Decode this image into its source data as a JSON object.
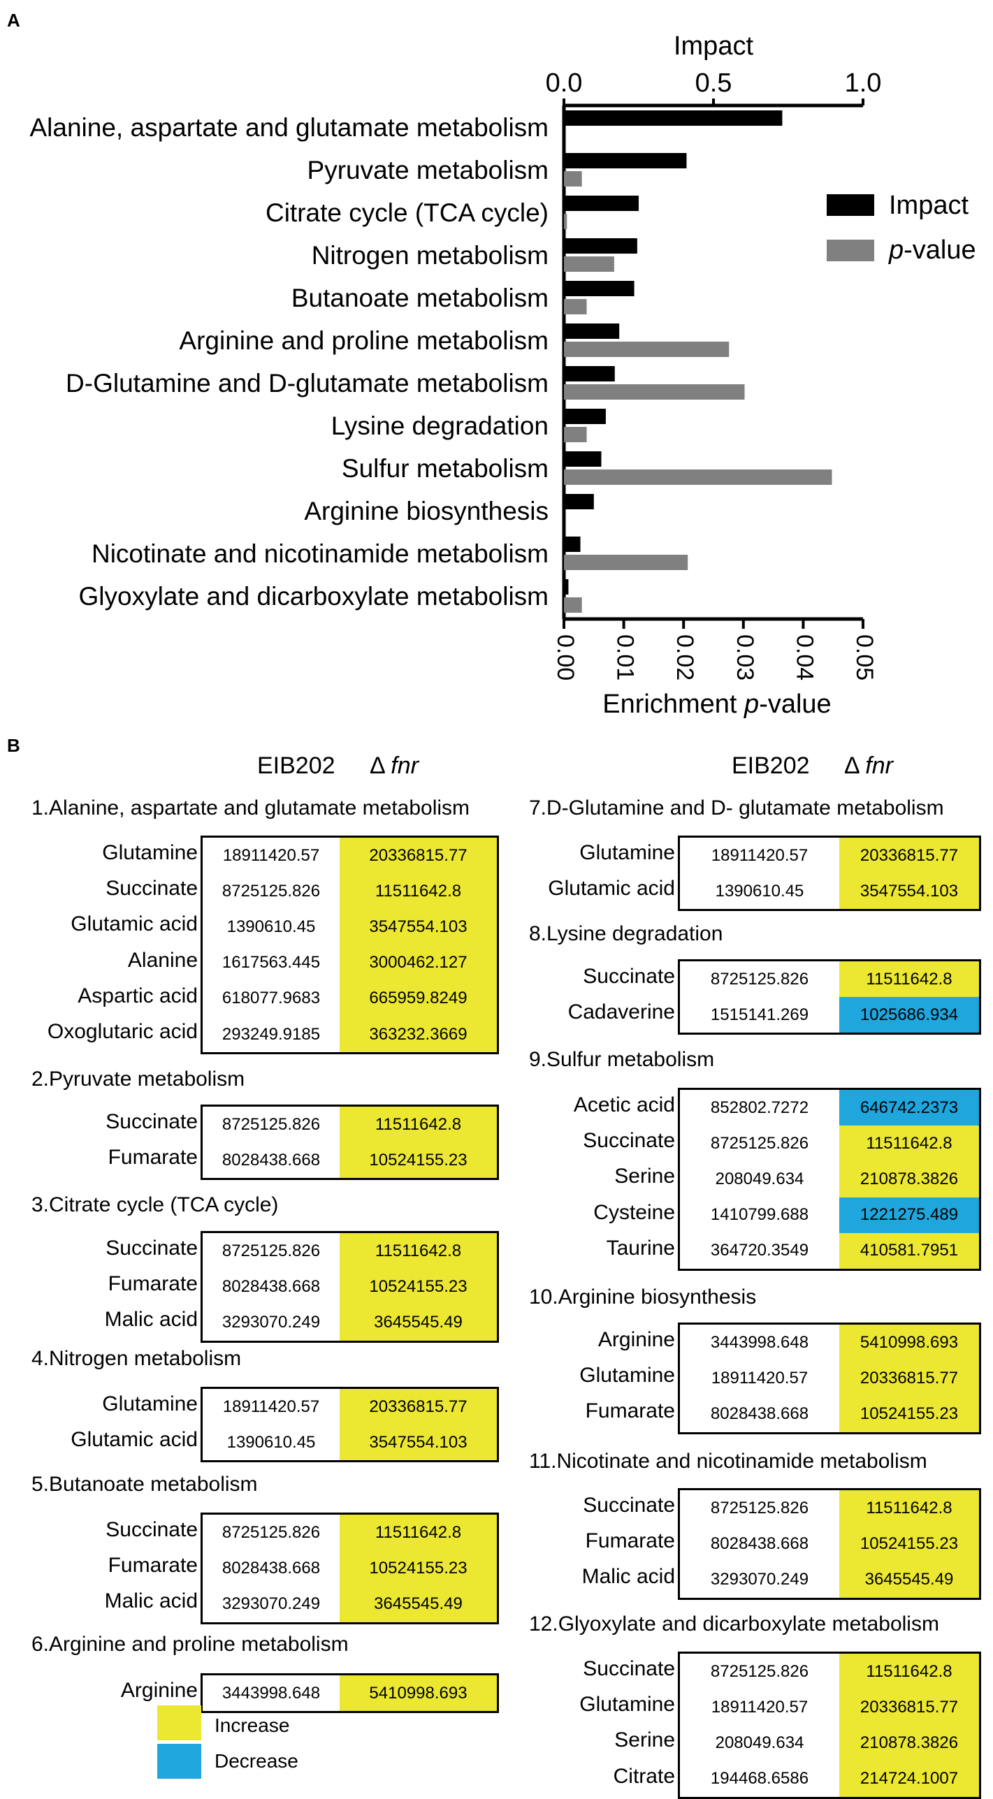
{
  "panel_a": {
    "letter": "A",
    "top_axis_title": "Impact",
    "bottom_axis_title_prefix": "Enrichment ",
    "bottom_axis_title_italic": "p",
    "bottom_axis_title_suffix": "-value",
    "legend": {
      "impact_label": "Impact",
      "pvalue_italic": "p",
      "pvalue_suffix": "-value"
    }
  },
  "chart_data": {
    "type": "bar",
    "orientation": "horizontal",
    "categories": [
      "Alanine, aspartate and glutamate metabolism",
      "Pyruvate metabolism",
      "Citrate cycle (TCA cycle)",
      "Nitrogen metabolism",
      "Butanoate metabolism",
      "Arginine and proline metabolism",
      "D-Glutamine and D-glutamate metabolism",
      "Lysine degradation",
      "Sulfur metabolism",
      "Arginine biosynthesis",
      "Nicotinate and nicotinamide metabolism",
      "Glyoxylate and dicarboxylate metabolism"
    ],
    "series": [
      {
        "name": "Impact",
        "color": "#000000",
        "axis": "top",
        "values": [
          0.73,
          0.41,
          0.25,
          0.245,
          0.235,
          0.185,
          0.17,
          0.14,
          0.125,
          0.1,
          0.055,
          0.015
        ]
      },
      {
        "name": "p-value",
        "color": "#808080",
        "axis": "bottom",
        "values": [
          0.0,
          0.003,
          0.0005,
          0.0084,
          0.0038,
          0.0276,
          0.0302,
          0.0038,
          0.0448,
          0.0,
          0.0207,
          0.003
        ]
      }
    ],
    "top_axis": {
      "range": [
        0,
        1.0
      ],
      "ticks": [
        0.0,
        0.5,
        1.0
      ],
      "tick_labels": [
        "0.0",
        "0.5",
        "1.0"
      ]
    },
    "bottom_axis": {
      "range": [
        0,
        0.05
      ],
      "ticks": [
        0.0,
        0.01,
        0.02,
        0.03,
        0.04,
        0.05
      ],
      "tick_labels": [
        "0.00",
        "0.01",
        "0.02",
        "0.03",
        "0.04",
        "0.05"
      ]
    },
    "grid": false,
    "legend_position": "right"
  },
  "panel_b": {
    "letter": "B",
    "col_eib": "EIB202",
    "col_fnr_delta": "Δ",
    "col_fnr_italic": "fnr",
    "legend": {
      "increase": "Increase",
      "decrease": "Decrease"
    },
    "colors": {
      "increase": "#ece832",
      "decrease": "#1fa6dd"
    },
    "sections": [
      {
        "title": "1.Alanine, aspartate and glutamate metabolism",
        "rows": [
          {
            "name": "Glutamine",
            "eib": "18911420.57",
            "fnr": "20336815.77",
            "dir": "up"
          },
          {
            "name": "Succinate",
            "eib": "8725125.826",
            "fnr": "11511642.8",
            "dir": "up"
          },
          {
            "name": "Glutamic acid",
            "eib": "1390610.45",
            "fnr": "3547554.103",
            "dir": "up"
          },
          {
            "name": "Alanine",
            "eib": "1617563.445",
            "fnr": "3000462.127",
            "dir": "up"
          },
          {
            "name": "Aspartic acid",
            "eib": "618077.9683",
            "fnr": "665959.8249",
            "dir": "up"
          },
          {
            "name": "Oxoglutaric acid",
            "eib": "293249.9185",
            "fnr": "363232.3669",
            "dir": "up"
          }
        ]
      },
      {
        "title": "2.Pyruvate metabolism",
        "rows": [
          {
            "name": "Succinate",
            "eib": "8725125.826",
            "fnr": "11511642.8",
            "dir": "up"
          },
          {
            "name": "Fumarate",
            "eib": "8028438.668",
            "fnr": "10524155.23",
            "dir": "up"
          }
        ]
      },
      {
        "title": "3.Citrate cycle (TCA cycle)",
        "rows": [
          {
            "name": "Succinate",
            "eib": "8725125.826",
            "fnr": "11511642.8",
            "dir": "up"
          },
          {
            "name": "Fumarate",
            "eib": "8028438.668",
            "fnr": "10524155.23",
            "dir": "up"
          },
          {
            "name": "Malic acid",
            "eib": "3293070.249",
            "fnr": "3645545.49",
            "dir": "up"
          }
        ]
      },
      {
        "title": "4.Nitrogen metabolism",
        "rows": [
          {
            "name": "Glutamine",
            "eib": "18911420.57",
            "fnr": "20336815.77",
            "dir": "up"
          },
          {
            "name": "Glutamic acid",
            "eib": "1390610.45",
            "fnr": "3547554.103",
            "dir": "up"
          }
        ]
      },
      {
        "title": "5.Butanoate metabolism",
        "rows": [
          {
            "name": "Succinate",
            "eib": "8725125.826",
            "fnr": "11511642.8",
            "dir": "up"
          },
          {
            "name": "Fumarate",
            "eib": "8028438.668",
            "fnr": "10524155.23",
            "dir": "up"
          },
          {
            "name": "Malic acid",
            "eib": "3293070.249",
            "fnr": "3645545.49",
            "dir": "up"
          }
        ]
      },
      {
        "title": "6.Arginine and proline metabolism",
        "rows": [
          {
            "name": "Arginine",
            "eib": "3443998.648",
            "fnr": "5410998.693",
            "dir": "up"
          }
        ]
      },
      {
        "title": "7.D-Glutamine and D- glutamate metabolism",
        "rows": [
          {
            "name": "Glutamine",
            "eib": "18911420.57",
            "fnr": "20336815.77",
            "dir": "up"
          },
          {
            "name": "Glutamic acid",
            "eib": "1390610.45",
            "fnr": "3547554.103",
            "dir": "up"
          }
        ]
      },
      {
        "title": "8.Lysine degradation",
        "rows": [
          {
            "name": "Succinate",
            "eib": "8725125.826",
            "fnr": "11511642.8",
            "dir": "up"
          },
          {
            "name": "Cadaverine",
            "eib": "1515141.269",
            "fnr": "1025686.934",
            "dir": "down"
          }
        ]
      },
      {
        "title": "9.Sulfur metabolism",
        "rows": [
          {
            "name": "Acetic acid",
            "eib": "852802.7272",
            "fnr": "646742.2373",
            "dir": "down"
          },
          {
            "name": "Succinate",
            "eib": "8725125.826",
            "fnr": "11511642.8",
            "dir": "up"
          },
          {
            "name": "Serine",
            "eib": "208049.634",
            "fnr": "210878.3826",
            "dir": "up"
          },
          {
            "name": "Cysteine",
            "eib": "1410799.688",
            "fnr": "1221275.489",
            "dir": "down"
          },
          {
            "name": "Taurine",
            "eib": "364720.3549",
            "fnr": "410581.7951",
            "dir": "up"
          }
        ]
      },
      {
        "title": "10.Arginine biosynthesis",
        "rows": [
          {
            "name": "Arginine",
            "eib": "3443998.648",
            "fnr": "5410998.693",
            "dir": "up"
          },
          {
            "name": "Glutamine",
            "eib": "18911420.57",
            "fnr": "20336815.77",
            "dir": "up"
          },
          {
            "name": "Fumarate",
            "eib": "8028438.668",
            "fnr": "10524155.23",
            "dir": "up"
          }
        ]
      },
      {
        "title": "11.Nicotinate and nicotinamide metabolism",
        "rows": [
          {
            "name": "Succinate",
            "eib": "8725125.826",
            "fnr": "11511642.8",
            "dir": "up"
          },
          {
            "name": "Fumarate",
            "eib": "8028438.668",
            "fnr": "10524155.23",
            "dir": "up"
          },
          {
            "name": "Malic acid",
            "eib": "3293070.249",
            "fnr": "3645545.49",
            "dir": "up"
          }
        ]
      },
      {
        "title": "12.Glyoxylate and dicarboxylate metabolism",
        "rows": [
          {
            "name": "Succinate",
            "eib": "8725125.826",
            "fnr": "11511642.8",
            "dir": "up"
          },
          {
            "name": "Glutamine",
            "eib": "18911420.57",
            "fnr": "20336815.77",
            "dir": "up"
          },
          {
            "name": "Serine",
            "eib": "208049.634",
            "fnr": "210878.3826",
            "dir": "up"
          },
          {
            "name": "Citrate",
            "eib": "194468.6586",
            "fnr": "214724.1007",
            "dir": "up"
          }
        ]
      }
    ]
  }
}
